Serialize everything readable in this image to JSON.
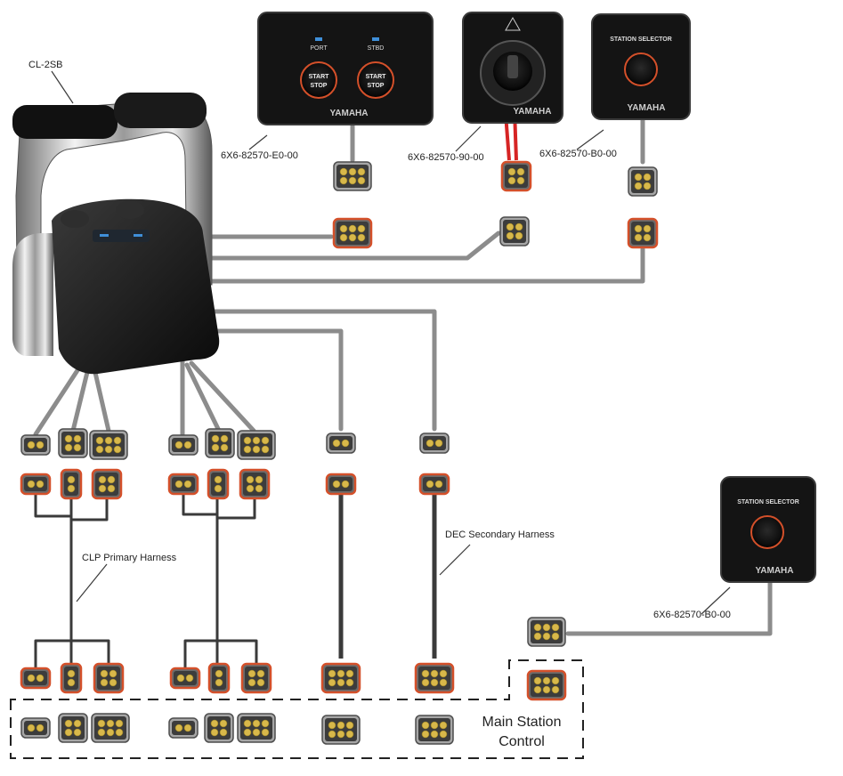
{
  "components": {
    "control_lever": {
      "model": "CL-2SB"
    },
    "start_stop_panel": {
      "part_number": "6X6-82570-E0-00",
      "port_label": "PORT",
      "stbd_label": "STBD",
      "button_line1": "START",
      "button_line2": "STOP",
      "brand": "YAMAHA"
    },
    "key_switch": {
      "part_number": "6X6-82570-90-00",
      "brand": "YAMAHA"
    },
    "station_selector_top": {
      "title": "STATION SELECTOR",
      "part_number": "6X6-82570-B0-00",
      "brand": "YAMAHA"
    },
    "station_selector_bottom": {
      "title": "STATION SELECTOR",
      "part_number": "6X6-82570-B0-00",
      "brand": "YAMAHA"
    }
  },
  "harness_labels": {
    "clp_primary": "CLP Primary Harness",
    "dec_secondary": "DEC Secondary Harness"
  },
  "main_station": {
    "line1": "Main Station",
    "line2": "Control"
  },
  "colors": {
    "cable": "#8c8c8c",
    "cable_dark": "#3a3a3a",
    "connector_gray": "#a6a6a6",
    "connector_orange_rim": "#d4502a",
    "pin_yellow": "#d8b84a",
    "panel_black": "#141414",
    "harness_red": "#d62424"
  }
}
